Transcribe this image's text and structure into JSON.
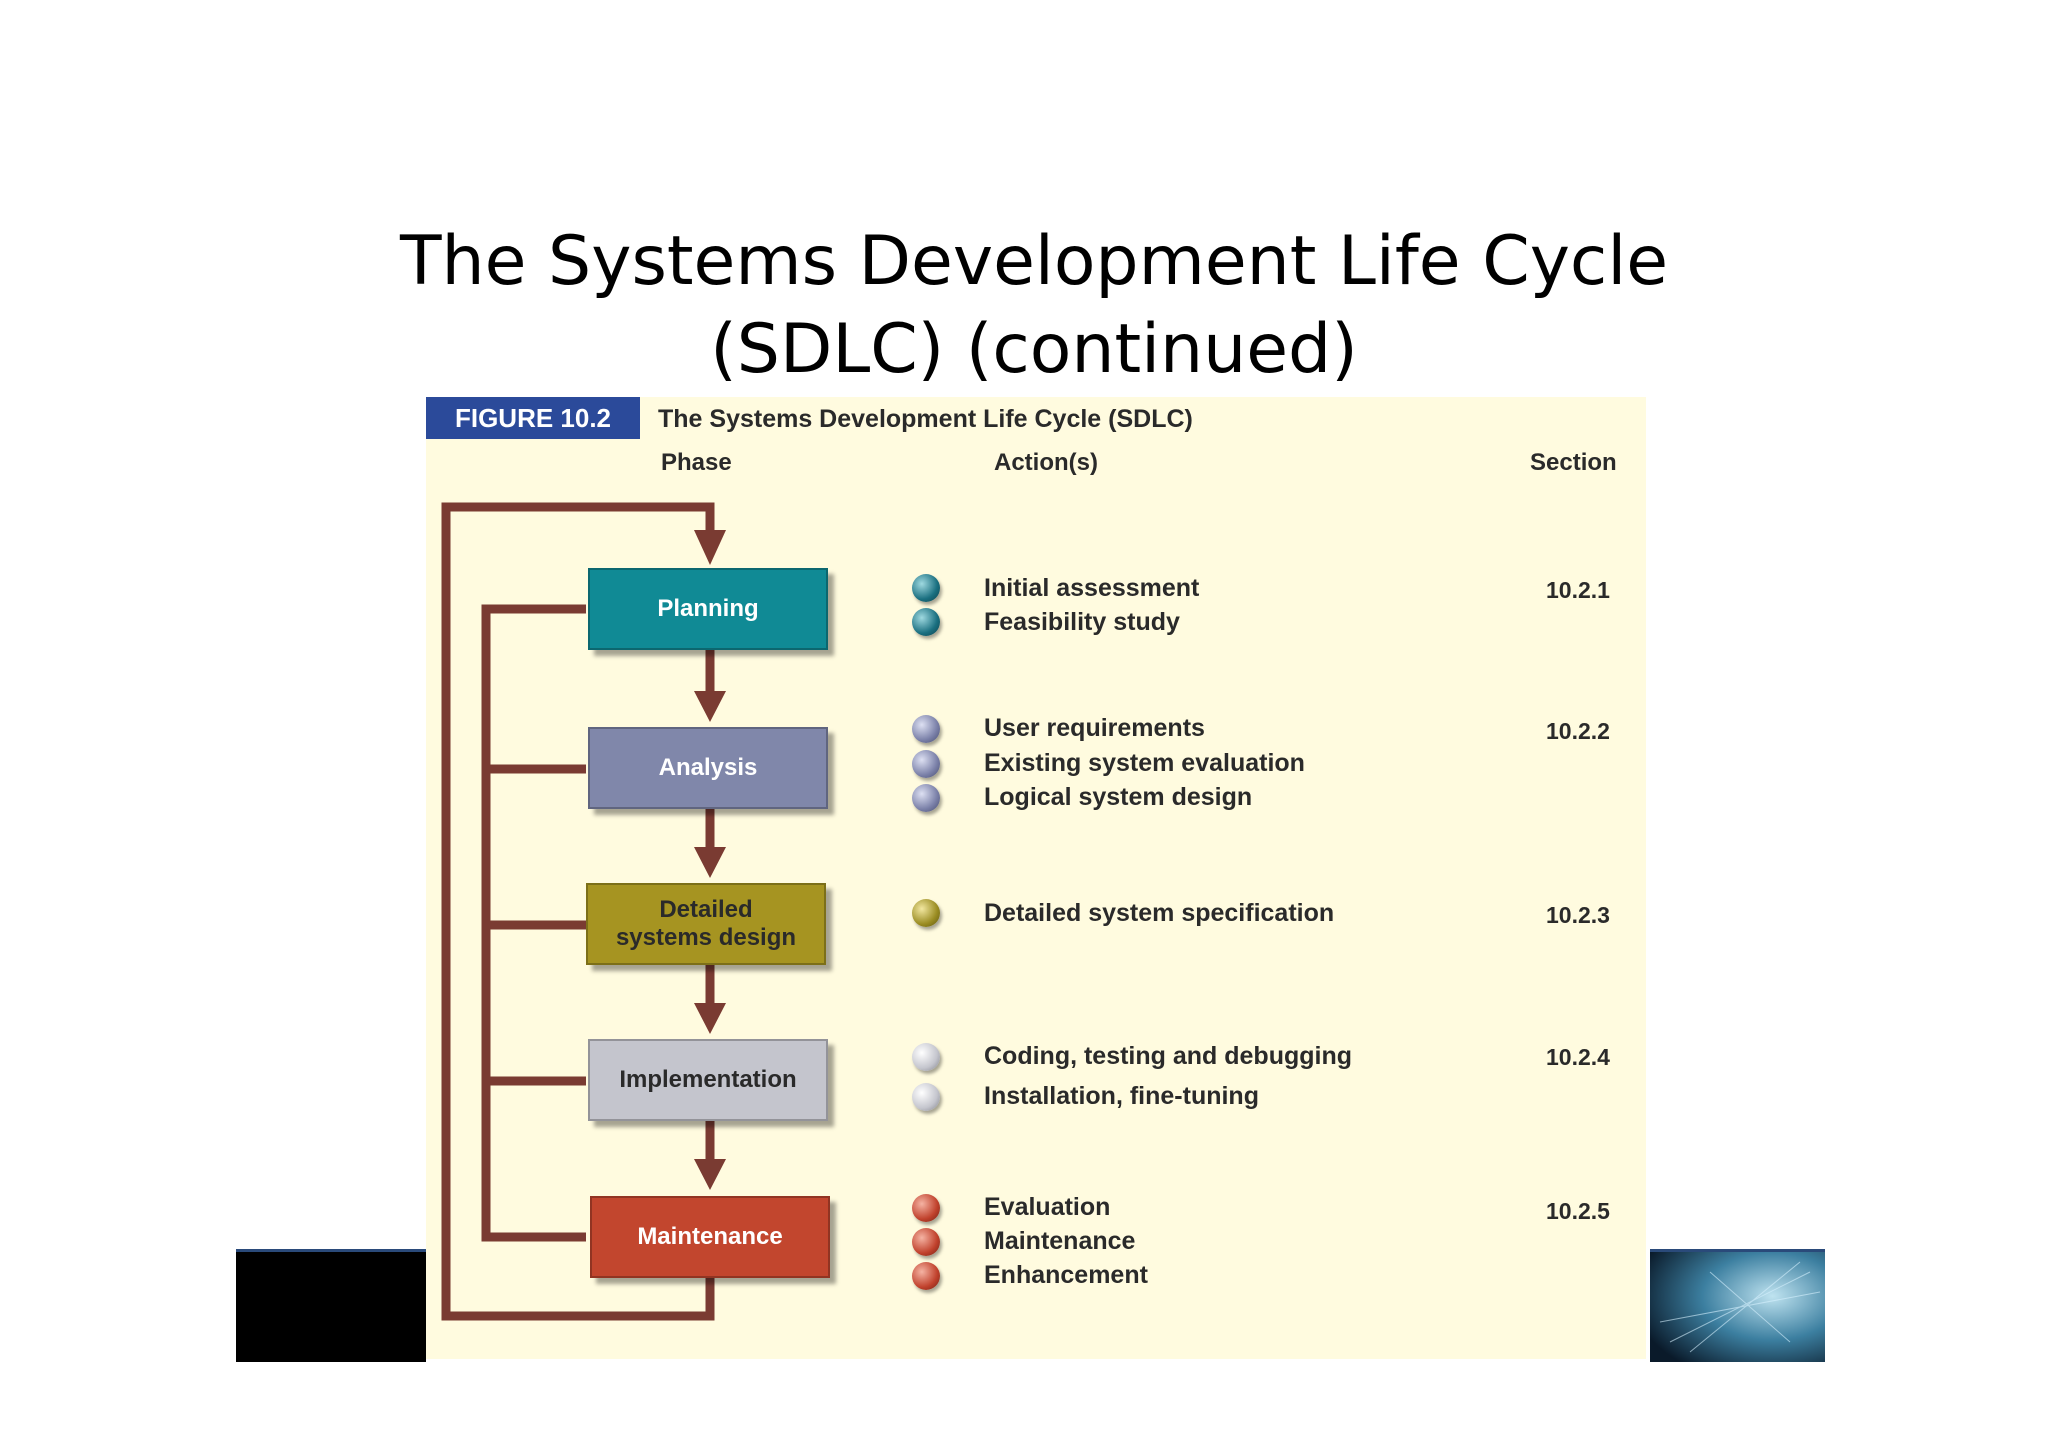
{
  "slide": {
    "title_line1": "The Systems Development Life Cycle",
    "title_line2": "(SDLC) (continued)"
  },
  "figure": {
    "badge": "FIGURE 10.2",
    "title": "The Systems Development Life Cycle (SDLC)",
    "headers": {
      "phase": "Phase",
      "actions": "Action(s)",
      "section": "Section"
    },
    "colors": {
      "background": "#fffbdf",
      "connector": "#7a3b32",
      "badge": "#2b4a9a"
    },
    "phases": [
      {
        "name": "Planning",
        "color": "#108a95",
        "text_color": "#ffffff",
        "bullet_color": "#1a6f80",
        "section": "10.2.1",
        "actions": [
          "Initial assessment",
          "Feasibility study"
        ]
      },
      {
        "name": "Analysis",
        "color": "#8087aa",
        "text_color": "#ffffff",
        "bullet_color": "#7a80a8",
        "section": "10.2.2",
        "actions": [
          "User requirements",
          "Existing system evaluation",
          "Logical system design"
        ]
      },
      {
        "name_line1": "Detailed",
        "name_line2": "systems design",
        "color": "#a69421",
        "text_color": "#2a2a2a",
        "bullet_color": "#9a8c22",
        "section": "10.2.3",
        "actions": [
          "Detailed system specification"
        ]
      },
      {
        "name": "Implementation",
        "color": "#c4c5cd",
        "text_color": "#2a2a2a",
        "bullet_color": "#c4c5cd",
        "section": "10.2.4",
        "actions": [
          "Coding, testing and debugging",
          "Installation, fine-tuning"
        ]
      },
      {
        "name": "Maintenance",
        "color": "#c2462e",
        "text_color": "#ffffff",
        "bullet_color": "#c0412c",
        "section": "10.2.5",
        "actions": [
          "Evaluation",
          "Maintenance",
          "Enhancement"
        ]
      }
    ]
  }
}
